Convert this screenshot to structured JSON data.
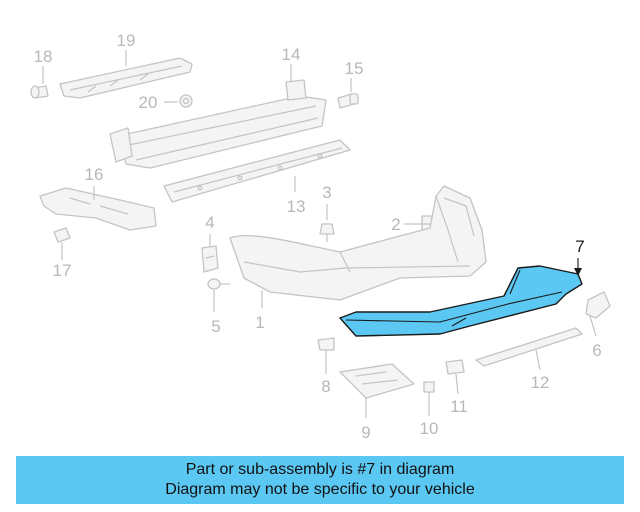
{
  "diagram": {
    "highlight_color": "#5bc8f3",
    "callouts": [
      "1",
      "2",
      "3",
      "4",
      "5",
      "6",
      "7",
      "8",
      "9",
      "10",
      "11",
      "12",
      "13",
      "14",
      "15",
      "16",
      "17",
      "18",
      "19",
      "20"
    ],
    "highlighted_part": "7"
  },
  "caption": {
    "line1": "Part or sub-assembly is #7 in diagram",
    "line2": "Diagram may not be specific to your vehicle",
    "background": "#5bc8f3"
  }
}
